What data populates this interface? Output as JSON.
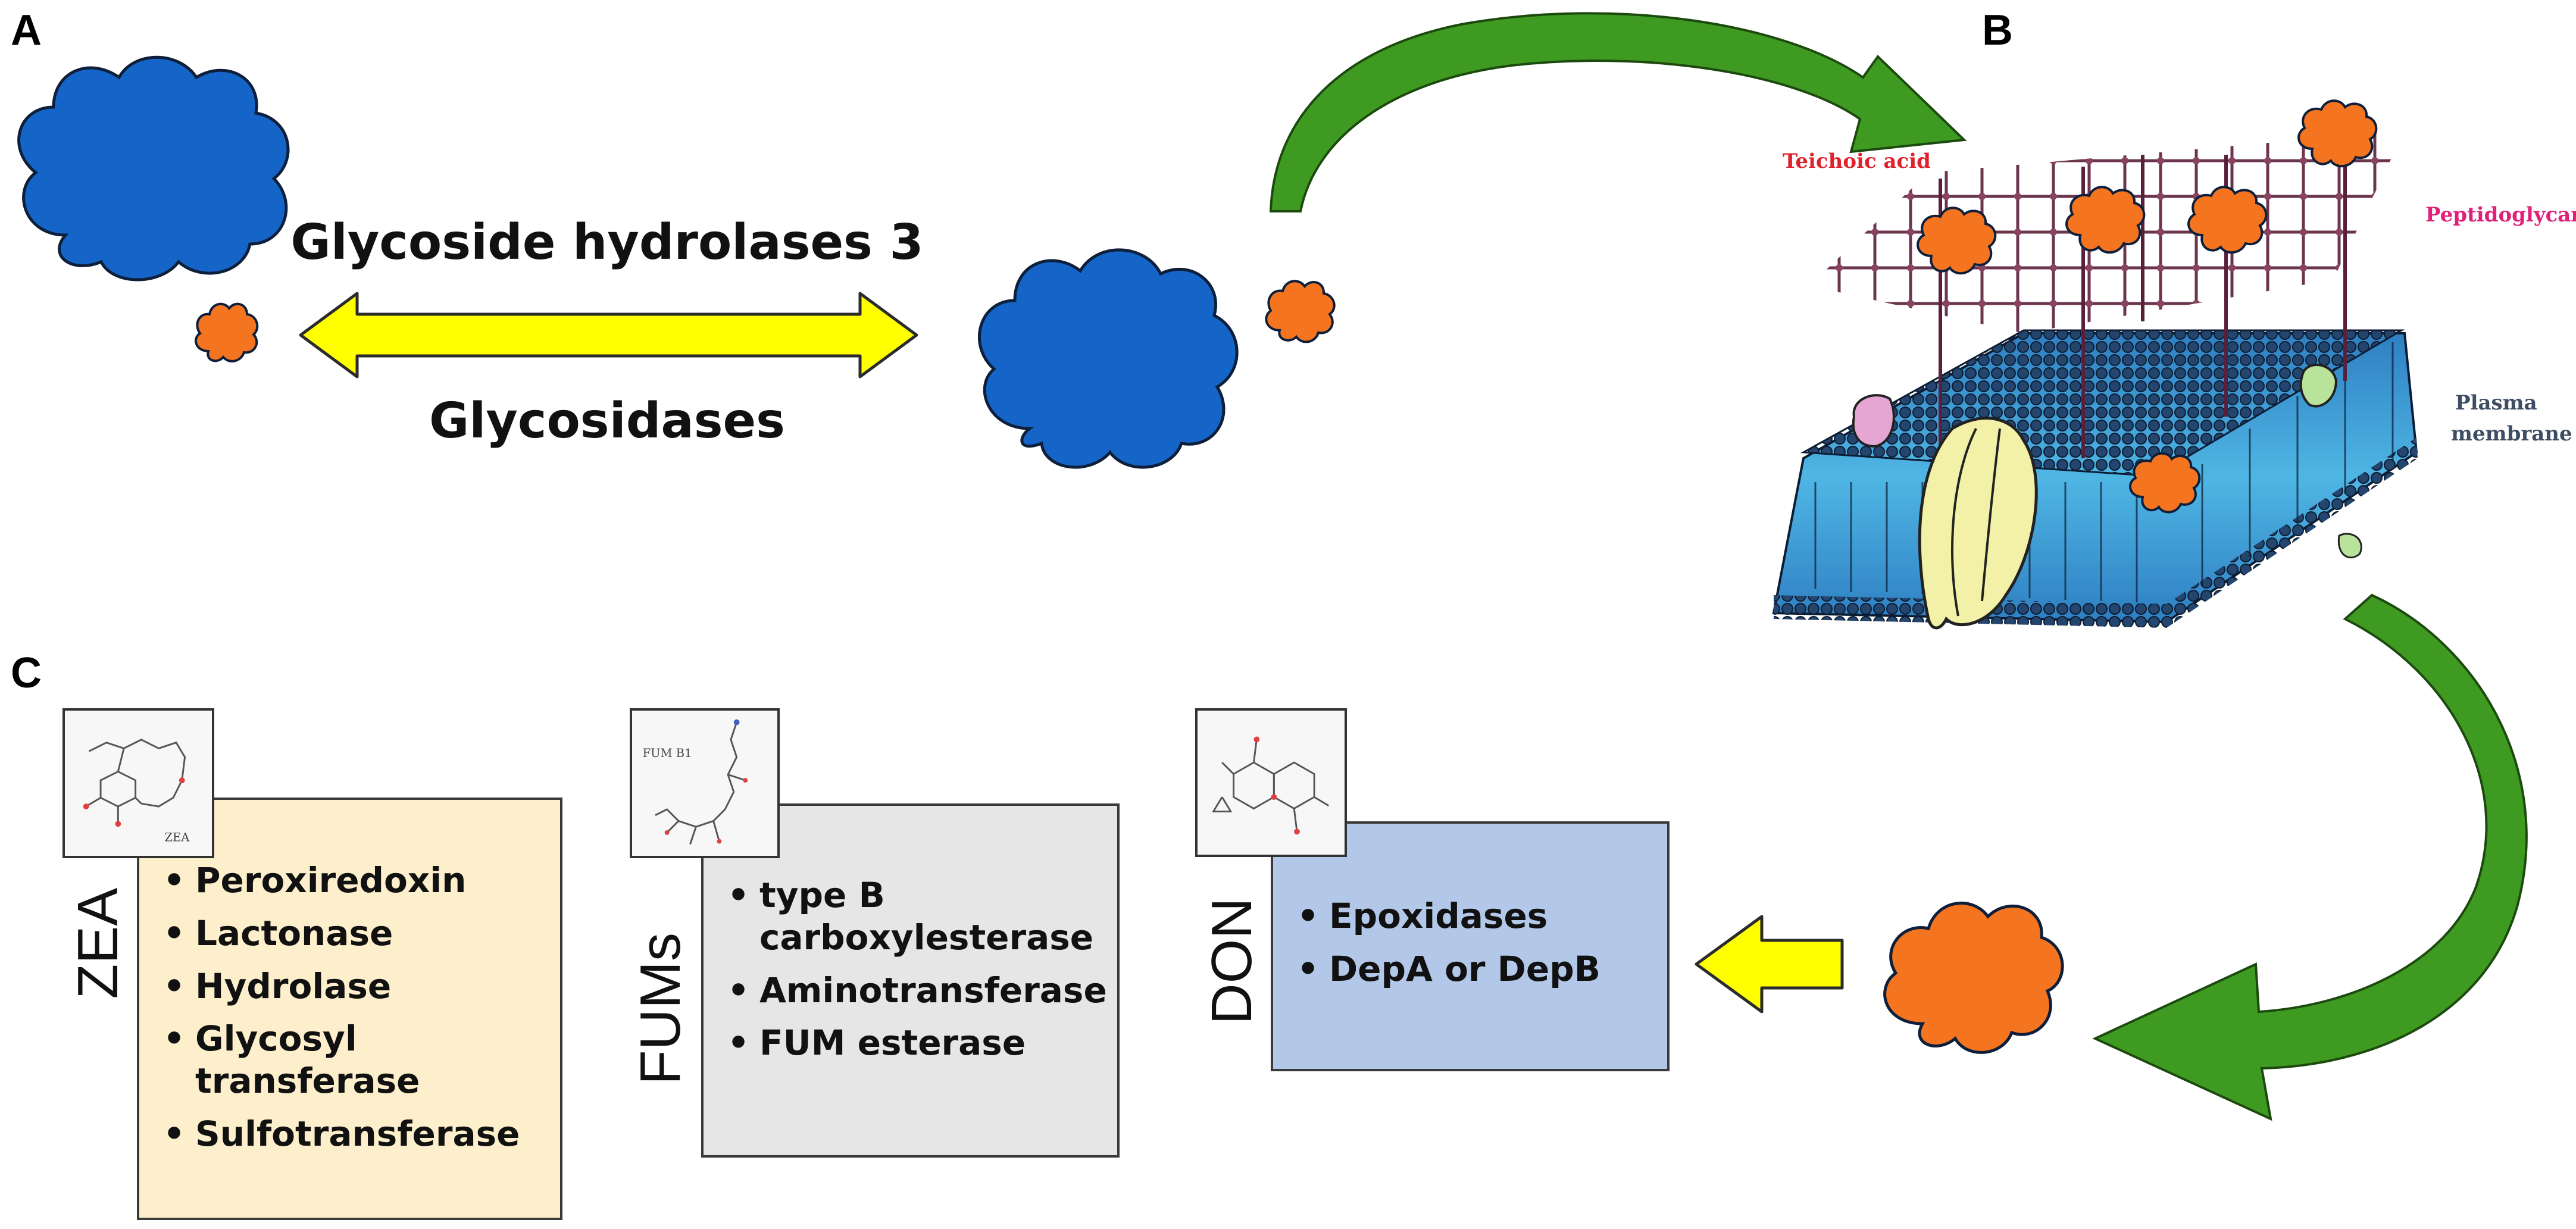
{
  "panels": {
    "a": "A",
    "b": "B",
    "c": "C"
  },
  "panel_a": {
    "top_label": "Glycoside hydrolases 3",
    "bottom_label": "Glycosidases"
  },
  "panel_b": {
    "teichoic": "Teichoic acid",
    "peptidoglycan": "Peptidoglycan",
    "plasma_line1": "Plasma",
    "plasma_line2": "membrane"
  },
  "panel_c": {
    "zea": {
      "label": "ZEA",
      "molecule_caption": "ZEA",
      "enzymes": [
        "Peroxiredoxin",
        "Lactonase",
        "Hydrolase",
        "Glycosyl transferase",
        "Sulfotransferase"
      ]
    },
    "fums": {
      "label": "FUMs",
      "molecule_caption": "FUM B1",
      "enzymes": [
        "type B carboxylesterase",
        "Aminotransferase",
        "FUM esterase"
      ]
    },
    "don": {
      "label": "DON",
      "enzymes": [
        "Epoxidases",
        "DepA or DepB"
      ]
    }
  },
  "colors": {
    "enzyme_blue": "#1565c8",
    "toxin_orange": "#f4741f",
    "arrow_yellow": "#ffff00",
    "arrow_green": "#3f9a22",
    "zea_box": "#fdefcc",
    "fum_box": "#e7e6e6",
    "don_box": "#b3c8e8"
  }
}
